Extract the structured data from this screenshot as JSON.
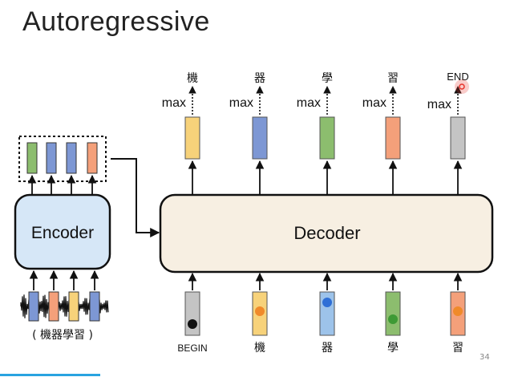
{
  "slide": {
    "title": "Autoregressive",
    "page_number": "34",
    "accent_color": "#29a3e0"
  },
  "encoder": {
    "label": "Encoder",
    "fill": "#d6e7f7",
    "output_vectors": [
      {
        "color": "#8cbd6e"
      },
      {
        "color": "#7d97d4"
      },
      {
        "color": "#7d97d4"
      },
      {
        "color": "#f4a07a"
      }
    ],
    "input_vectors": [
      {
        "color": "#7d97d4"
      },
      {
        "color": "#f4a07a"
      },
      {
        "color": "#f7d27a"
      },
      {
        "color": "#7d97d4"
      }
    ],
    "audio_caption": "( 機器學習 )"
  },
  "decoder": {
    "label": "Decoder",
    "fill": "#f7efe2"
  },
  "steps": [
    {
      "output": "機",
      "operation": "max",
      "output_color": "#f7d27a",
      "input": "BEGIN",
      "input_color": "#c4c4c4",
      "dot_color": "#111111"
    },
    {
      "output": "器",
      "operation": "max",
      "output_color": "#7d97d4",
      "input": "機",
      "input_color": "#f7d27a",
      "dot_color": "#f08a2a"
    },
    {
      "output": "學",
      "operation": "max",
      "output_color": "#8cbd6e",
      "input": "器",
      "input_color": "#9dc3ea",
      "dot_color": "#2f6fd6"
    },
    {
      "output": "習",
      "operation": "max",
      "output_color": "#f4a07a",
      "input": "學",
      "input_color": "#8cbd6e",
      "dot_color": "#3e9a35"
    },
    {
      "output": "END",
      "operation": "max",
      "output_color": "#c4c4c4",
      "input": "習",
      "input_color": "#f4a07a",
      "dot_color": "#f08a2a"
    }
  ],
  "pointer_color": "#e8322a"
}
